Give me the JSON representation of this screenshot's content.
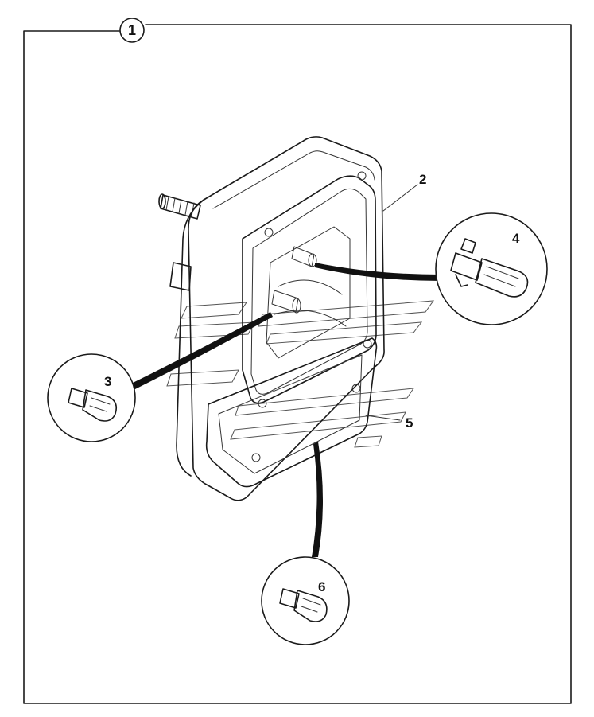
{
  "diagram": {
    "assembly_label": "1",
    "callouts": [
      "2",
      "3",
      "4",
      "5",
      "6"
    ]
  }
}
